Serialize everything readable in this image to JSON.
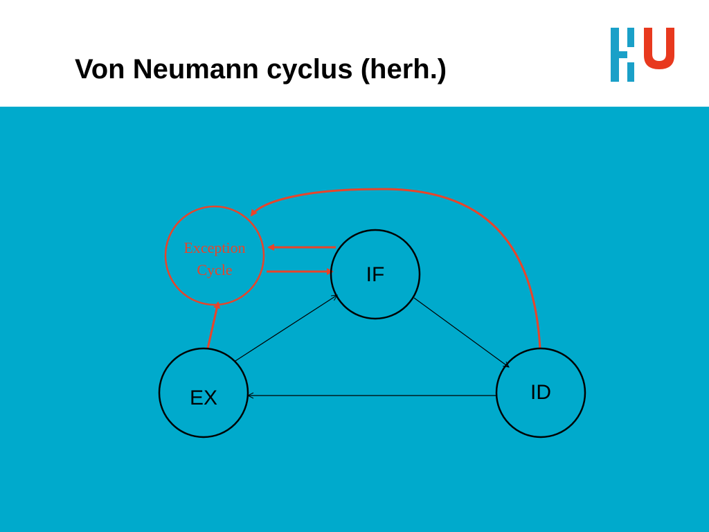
{
  "slide": {
    "title": "Von Neumann cyclus (herh.)"
  },
  "logo": {
    "icon": "hu-logo-icon",
    "colors": {
      "bars": "#1aa0c8",
      "u": "#e8391e"
    }
  },
  "diagram": {
    "nodes": {
      "if": {
        "label": "IF"
      },
      "id": {
        "label": "ID"
      },
      "ex": {
        "label": "EX"
      },
      "exception": {
        "line1": "Exception",
        "line2": "Cycle"
      }
    },
    "colors": {
      "background": "#00aacc",
      "node_stroke": "#000000",
      "exception": "#e8442a"
    }
  }
}
